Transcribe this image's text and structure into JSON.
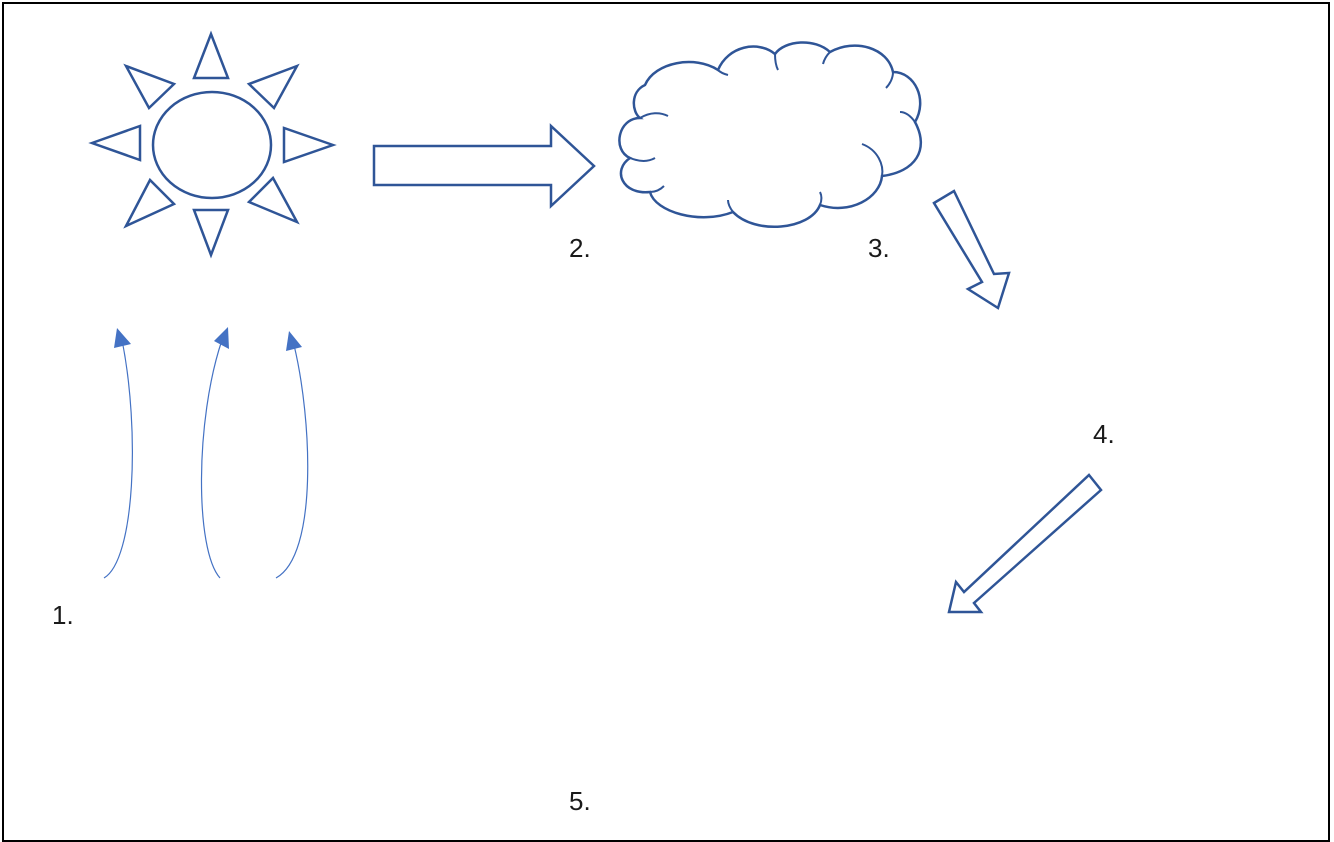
{
  "labels": {
    "step1": "1.",
    "step2": "2.",
    "step3": "3.",
    "step4": "4.",
    "step5": "5."
  },
  "colors": {
    "outline": "#2f5597",
    "curve": "#4472c4",
    "frame": "#000000",
    "text": "#1a1a1a"
  },
  "icons": {
    "sun": "sun-icon",
    "cloud": "cloud-icon",
    "evaporation": "rising-arrows-icon",
    "arrow_right": "arrow-right-icon",
    "arrow_down_right": "arrow-down-right-icon",
    "arrow_down_left": "arrow-down-left-icon"
  }
}
